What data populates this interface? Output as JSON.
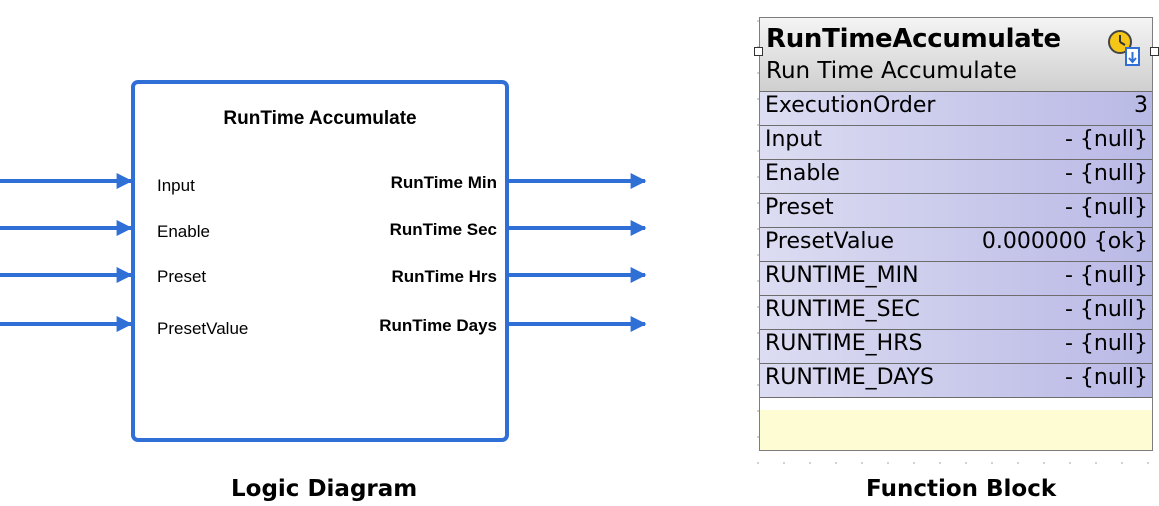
{
  "logic_diagram": {
    "title": "RunTime Accumulate",
    "inputs": [
      "Input",
      "Enable",
      "Preset",
      "PresetValue"
    ],
    "outputs": [
      "RunTime Min",
      "RunTime Sec",
      "RunTime Hrs",
      "RunTime Days"
    ],
    "caption": "Logic Diagram",
    "line_color": "#2f6fd6"
  },
  "function_block": {
    "title": "RunTimeAccumulate",
    "subtitle": "Run Time Accumulate",
    "icon": "clock-icon",
    "rows": [
      {
        "name": "ExecutionOrder",
        "value": "3"
      },
      {
        "name": "Input",
        "value": "- {null}"
      },
      {
        "name": "Enable",
        "value": "- {null}"
      },
      {
        "name": "Preset",
        "value": "- {null}"
      },
      {
        "name": "PresetValue",
        "value": "0.000000 {ok}"
      },
      {
        "name": "RUNTIME_MIN",
        "value": "- {null}"
      },
      {
        "name": "RUNTIME_SEC",
        "value": "- {null}"
      },
      {
        "name": "RUNTIME_HRS",
        "value": "- {null}"
      },
      {
        "name": "RUNTIME_DAYS",
        "value": "- {null}"
      }
    ],
    "caption": "Function Block",
    "header_color": "#cfcfcf",
    "row_color": "#b9b9e6",
    "footer_color": "#fdfcd2"
  }
}
